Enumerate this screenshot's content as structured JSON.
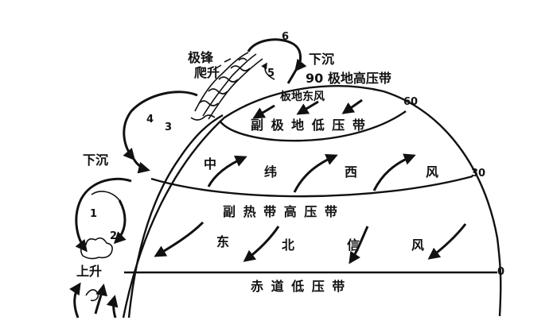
{
  "labels": {
    "polar_front_rise_1": "极锋",
    "polar_front_rise_2": "爬升",
    "sinking_top": "下沉",
    "polar_high": "90  极地高压带",
    "polar_east": "板地东风",
    "subpolar_low": "副 极 地 低 压 带",
    "westerlies": [
      "中",
      "纬",
      "西",
      "风"
    ],
    "subtropical_high": "副 热 带 高 压 带",
    "ne_trades": [
      "东",
      "北",
      "信",
      "风"
    ],
    "equatorial_low": "赤 道 低 压 带",
    "sinking_left": "下沉",
    "rising": "上升"
  },
  "numbers": {
    "n1": "1",
    "n2": "2",
    "n3": "3",
    "n4": "4",
    "n5": "5",
    "n6": "6"
  },
  "latitudes": {
    "lat60": "60",
    "lat30": "30",
    "lat0": "0"
  }
}
